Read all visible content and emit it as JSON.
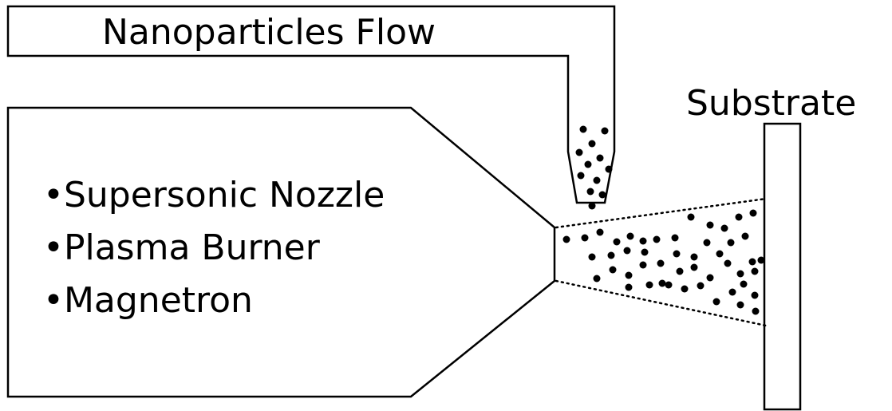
{
  "flow_label": "Nanoparticles Flow",
  "substrate_label": "Substrate",
  "source_items": [
    "•Supersonic Nozzle",
    "•Plasma Burner",
    "•Magnetron"
  ],
  "colors": {
    "stroke": "#000000",
    "particle": "#000000",
    "background": "#ffffff"
  }
}
